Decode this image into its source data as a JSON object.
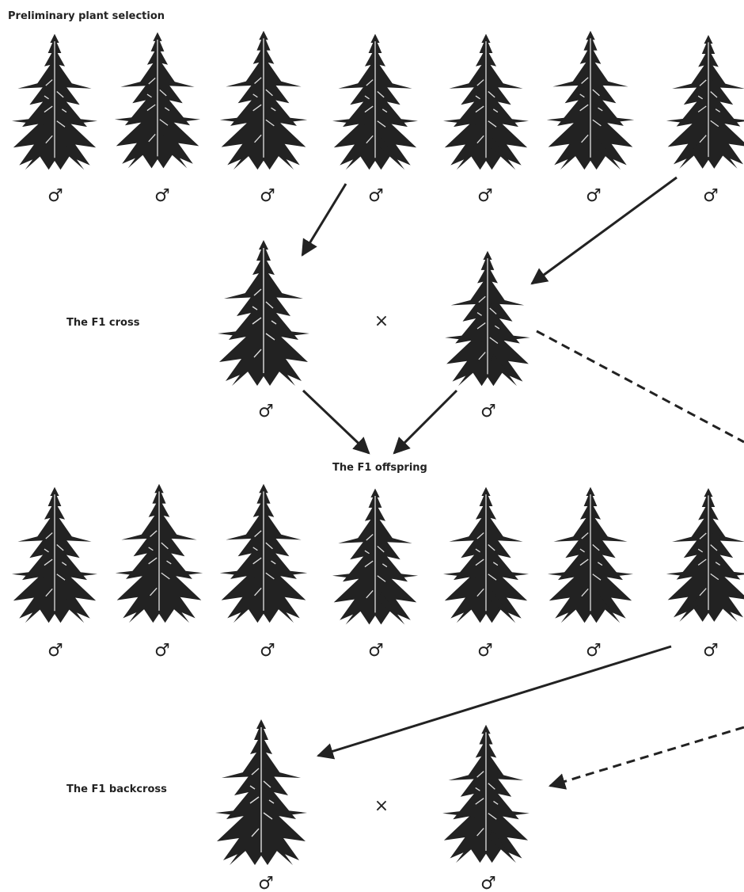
{
  "labels": {
    "title": "Preliminary plant selection",
    "f1_cross": "The F1 cross",
    "f1_offspring": "The F1 offspring",
    "f1_backcross": "The F1 backcross"
  },
  "symbols": {
    "male": "♂",
    "cross": "×"
  },
  "icons": {
    "plant": "cannabis-plant-icon"
  },
  "colors": {
    "plant": "#222222",
    "arrow": "#222222",
    "background": "#ffffff"
  }
}
